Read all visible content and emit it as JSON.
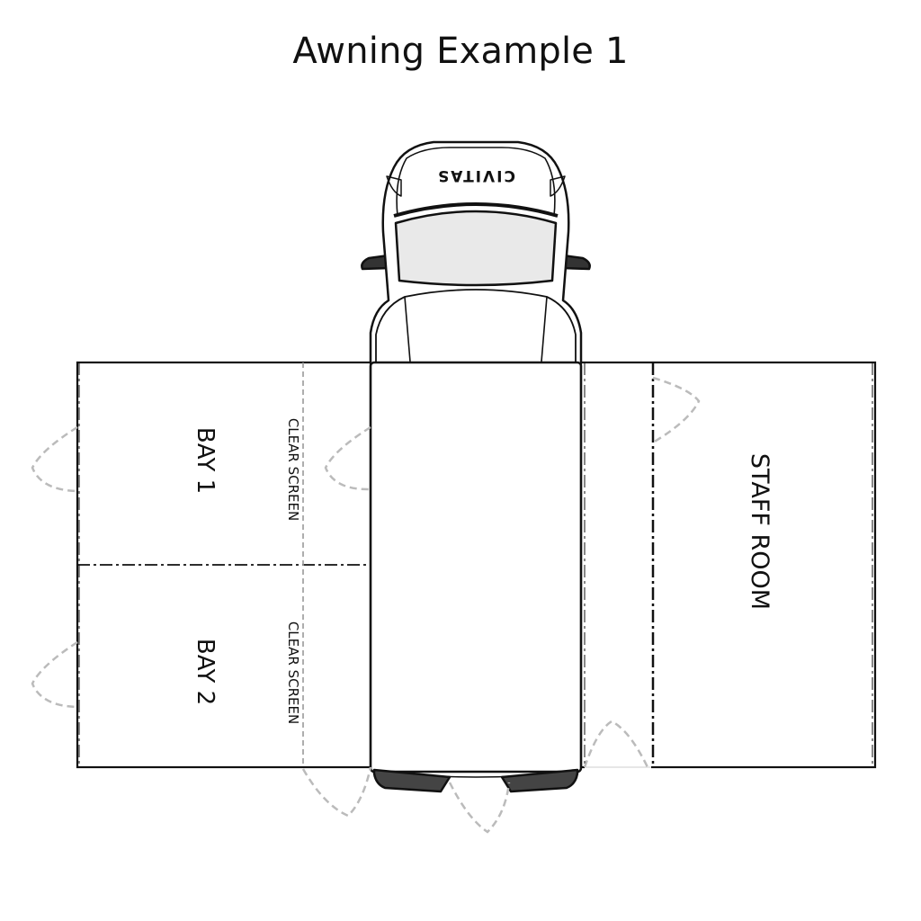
{
  "title": "Awning Example 1",
  "brand": "CIVITAS",
  "rooms": {
    "bay1": "BAY 1",
    "bay2": "BAY 2",
    "clear_screen_1": "CLEAR SCREEN",
    "clear_screen_2": "CLEAR SCREEN",
    "staff_room": "STAFF ROOM"
  }
}
